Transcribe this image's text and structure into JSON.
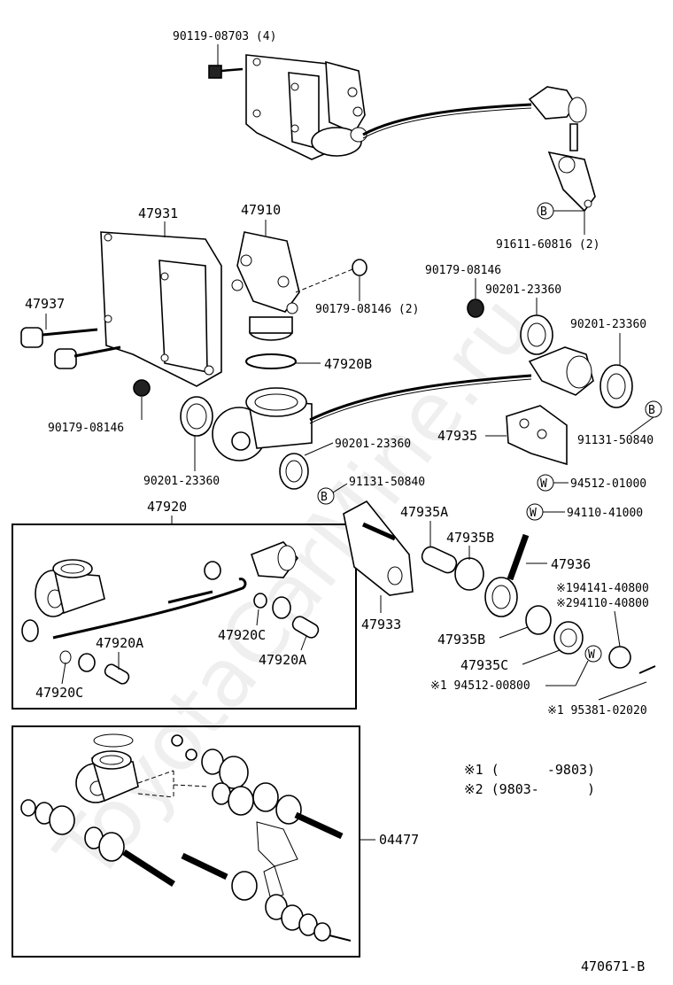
{
  "watermark": "ToyotaCarMine.ru",
  "diagram_id": "470671-B",
  "labels": {
    "p90119": "90119-08703 (4)",
    "p91611": "91611-60816 (2)",
    "p47931": "47931",
    "p47910": "47910",
    "p47937": "47937",
    "p90179_a": "90179-08146",
    "p90201_a": "90201-23360",
    "p90179_b": "90179-08146 (2)",
    "p90201_b": "90201-23360",
    "p47920B": "47920B",
    "p90179_c": "90179-08146",
    "p90201_c": "90201-23360",
    "p90201_d": "90201-23360",
    "p47935": "47935",
    "p91131_a": "91131-50840",
    "p91131_b": "91131-50840",
    "p94512_a": "94512-01000",
    "p94110": "94110-41000",
    "p47920": "47920",
    "p47935A": "47935A",
    "p47935B": "47935B",
    "p47936": "47936",
    "p194141": "※194141-40800",
    "p294110": "※294110-40800",
    "p47933": "47933",
    "p47935B2": "47935B",
    "p47935C": "47935C",
    "p94512_b": "※1 94512-00800",
    "p95381": "※1  95381-02020",
    "p47920C_a": "47920C",
    "p47920A_a": "47920A",
    "p47920A_b": "47920A",
    "p47920C_b": "47920C",
    "p04477": "04477",
    "note1": "※1 (      -9803)",
    "note2": "※2 (9803-      )"
  },
  "circle_marks": {
    "B": "B",
    "W": "W"
  }
}
